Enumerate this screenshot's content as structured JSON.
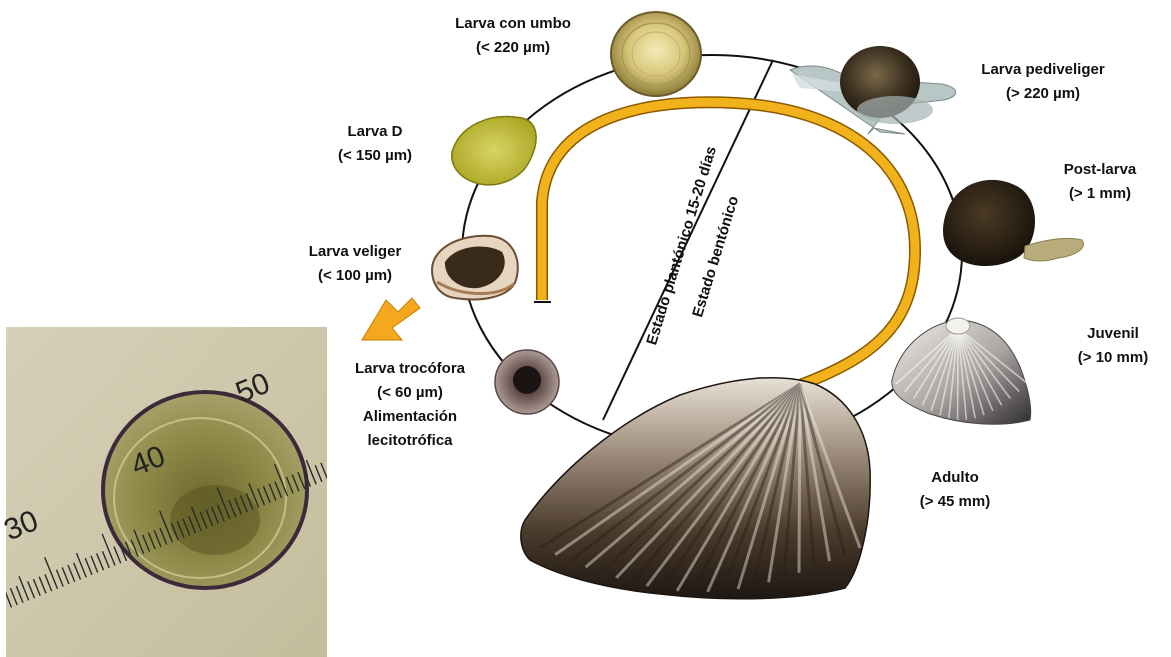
{
  "stages": {
    "larva_umbo": {
      "name": "Larva con umbo",
      "size": "(< 220 µm)"
    },
    "larva_pediveliger": {
      "name": "Larva pediveliger",
      "size": "(> 220 µm)"
    },
    "larva_d": {
      "name": "Larva D",
      "size": "(< 150 µm)"
    },
    "post_larva": {
      "name": "Post-larva",
      "size": "(> 1 mm)"
    },
    "larva_veliger": {
      "name": "Larva veliger",
      "size": "(< 100 µm)"
    },
    "juvenil": {
      "name": "Juvenil",
      "size": "(> 10 mm)"
    },
    "larva_trocofora": {
      "name": "Larva trocófora",
      "size": "(< 60 µm)",
      "note_line1": "Alimentación",
      "note_line2": "lecitotrófica"
    },
    "adulto": {
      "name": "Adulto",
      "size": "(> 45 mm)"
    }
  },
  "phases": {
    "planktonic": "Estado plantónico 15-20 días",
    "benthic": "Estado bentónico"
  },
  "micrograph": {
    "scale_labels": [
      "30",
      "40",
      "50"
    ]
  },
  "colors": {
    "arc": "#f2b21b",
    "arc_edge": "#b07a00",
    "arrow": "#f4a81d",
    "cycle_line": "#111111"
  }
}
